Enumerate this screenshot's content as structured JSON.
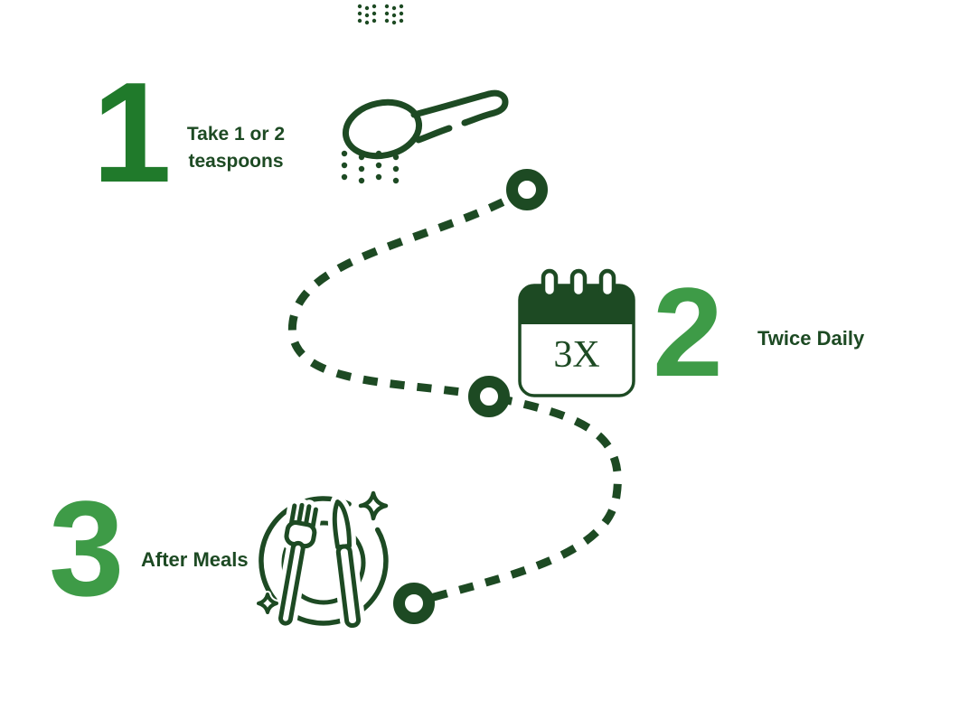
{
  "title": "Dosage instructions infographic",
  "palette": {
    "ink": "#1d4a23",
    "step1_number_green": "#207a2b",
    "step23_number_green": "#3e9b47",
    "background": "#ffffff"
  },
  "steps": [
    {
      "number": "1",
      "label_line1": "Take 1 or 2",
      "label_line2": "teaspoons",
      "icon": "spoon-icon"
    },
    {
      "number": "2",
      "label": "Twice Daily",
      "icon": "calendar-icon",
      "calendar_badge": "3X"
    },
    {
      "number": "3",
      "label": "After Meals",
      "icon": "plate-icon"
    }
  ],
  "path": {
    "style": "dashed-s-curve",
    "node_count": 3
  }
}
